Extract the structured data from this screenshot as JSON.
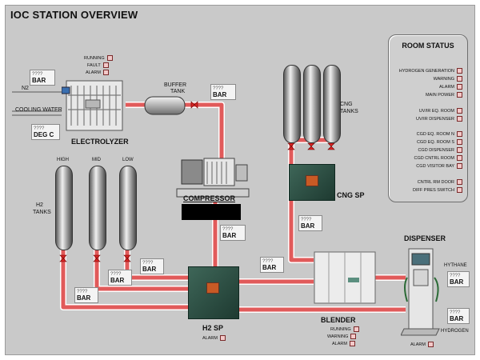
{
  "title": "IOC STATION OVERVIEW",
  "room_status": {
    "title": "ROOM STATUS",
    "items": [
      "HYDROGEN GENERATION",
      "WARNING",
      "ALARM",
      "MAIN POWER",
      "UV/IR EQ. ROOM",
      "UV/IR DISPENSER",
      "CGD EQ. ROOM N",
      "CGD EQ. ROOM S",
      "CGD DISPENSER",
      "CGD CNTRL ROOM",
      "CGD VISITOR BAY",
      "CNTRL RM DOOR",
      "DIFF PRES SWITCH"
    ]
  },
  "electrolyzer": {
    "label": "ELECTROLYZER",
    "status": [
      "RUNNING",
      "FAULT",
      "ALARM"
    ],
    "n2_label": "N2",
    "cooling_label": "COOLING WATER",
    "pressure": {
      "value": "????",
      "unit": "BAR"
    },
    "temperature": {
      "value": "????",
      "unit": "DEG C"
    }
  },
  "buffer_tank": {
    "label_line1": "BUFFER",
    "label_line2": "TANK",
    "pressure": {
      "value": "????",
      "unit": "BAR"
    }
  },
  "compressor": {
    "label": "COMPRESSOR",
    "pressure": {
      "value": "????",
      "unit": "BAR"
    }
  },
  "h2_tanks": {
    "label_line1": "H2",
    "label_line2": "TANKS",
    "names": [
      "HIGH",
      "MID",
      "LOW"
    ],
    "pressures": [
      {
        "value": "????",
        "unit": "BAR"
      },
      {
        "value": "????",
        "unit": "BAR"
      },
      {
        "value": "????",
        "unit": "BAR"
      }
    ]
  },
  "h2_sp": {
    "label": "H2 SP",
    "alarm": "ALARM",
    "pressure": {
      "value": "????",
      "unit": "BAR"
    }
  },
  "cng_tanks": {
    "label_line1": "CNG",
    "label_line2": "TANKS"
  },
  "cng_sp": {
    "label": "CNG SP",
    "pressure": {
      "value": "????",
      "unit": "BAR"
    }
  },
  "blender": {
    "label": "BLENDER",
    "status": [
      "RUNNING",
      "WARNING",
      "ALARM"
    ]
  },
  "dispenser": {
    "label": "DISPENSER",
    "hythane_label": "HYTHANE",
    "hydrogen_label": "HYDROGEN",
    "alarm": "ALARM",
    "hythane_pressure": {
      "value": "????",
      "unit": "BAR"
    },
    "hydrogen_pressure": {
      "value": "????",
      "unit": "BAR"
    }
  },
  "colors": {
    "pipe": "#e15a5a",
    "pipe_outline": "#ffffff",
    "panel": "#2d4f44",
    "indicator": "#f3c9c9"
  }
}
